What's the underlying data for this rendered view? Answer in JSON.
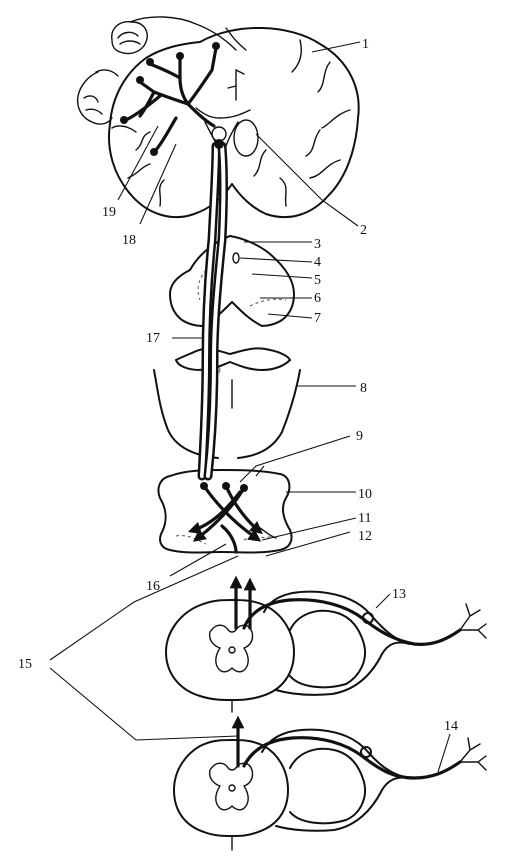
{
  "figure": {
    "labels": [
      "1",
      "2",
      "3",
      "4",
      "5",
      "6",
      "7",
      "8",
      "9",
      "10",
      "11",
      "12",
      "13",
      "14",
      "15",
      "16",
      "17",
      "18",
      "19"
    ]
  }
}
